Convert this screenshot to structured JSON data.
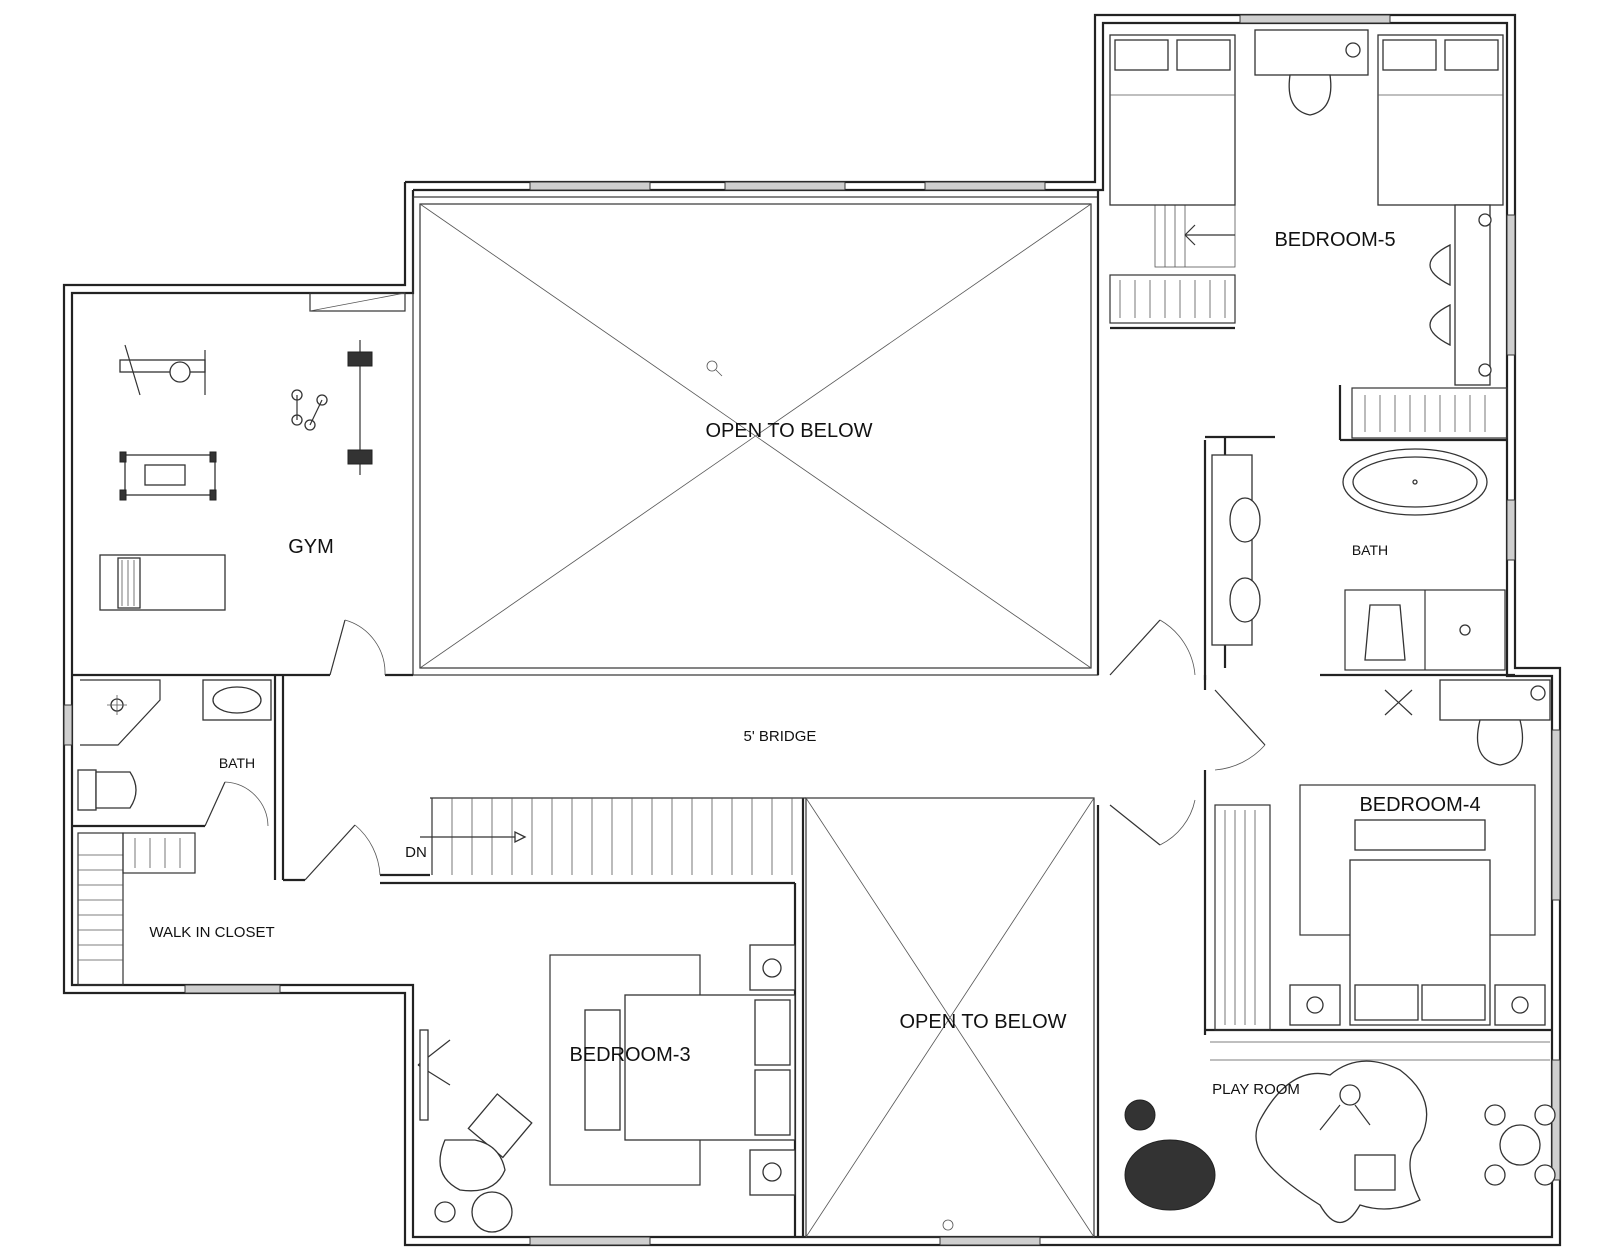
{
  "plan": {
    "rooms": {
      "gym": "GYM",
      "open_to_below_top": "OPEN TO BELOW",
      "open_to_below_bottom": "OPEN TO BELOW",
      "bedroom_5": "BEDROOM-5",
      "bedroom_4": "BEDROOM-4",
      "bedroom_3": "BEDROOM-3",
      "bath_left": "BATH",
      "bath_right": "BATH",
      "bridge": "5' BRIDGE",
      "walk_in_closet": "WALK IN CLOSET",
      "play_room": "PLAY ROOM",
      "stair_direction": "DN"
    }
  }
}
